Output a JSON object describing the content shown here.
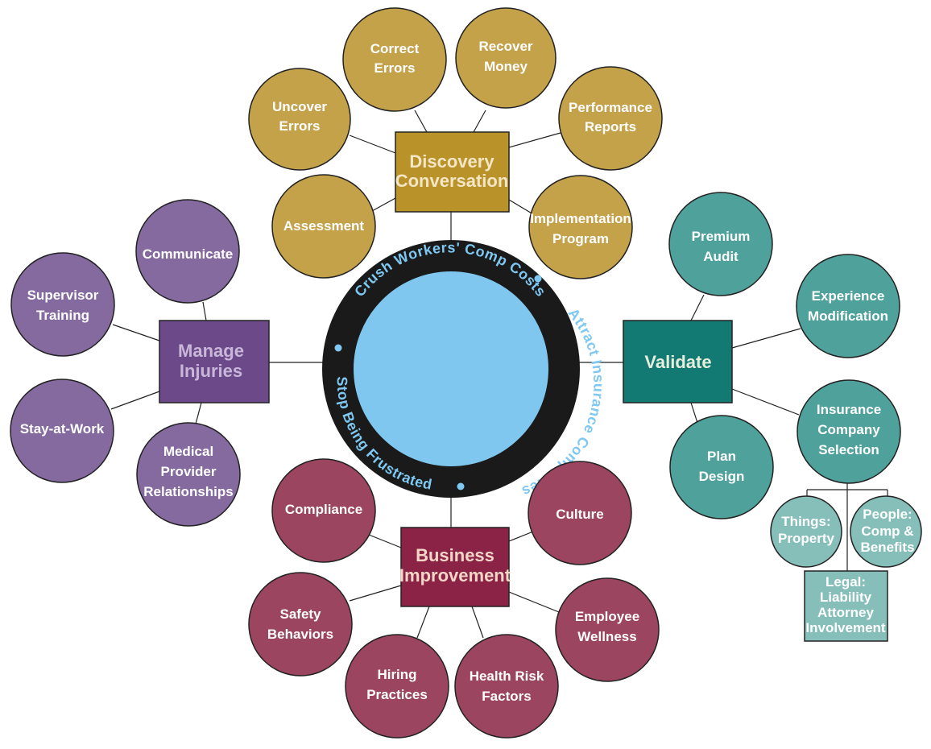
{
  "center": {
    "ring_top": "Crush Workers' Comp Costs",
    "ring_right": "Attract Insurance Companies",
    "ring_bottom_left": "Stop Being Frustrated",
    "ring_color": "#1a1a1a",
    "fill_color": "#80c7f0",
    "text_color": "#7ec8f2"
  },
  "discovery": {
    "title_line1": "Discovery",
    "title_line2": "Conversation",
    "color": "#b9922a",
    "circle_color": "#c4a24a",
    "title_color": "#f3e6c4",
    "items": [
      {
        "line1": "Uncover",
        "line2": "Errors"
      },
      {
        "line1": "Correct",
        "line2": "Errors"
      },
      {
        "line1": "Recover",
        "line2": "Money"
      },
      {
        "line1": "Performance",
        "line2": "Reports"
      },
      {
        "line1": "Implementation",
        "line2": "Program"
      },
      {
        "line1": "Assessment",
        "line2": ""
      }
    ]
  },
  "manage": {
    "title_line1": "Manage",
    "title_line2": "Injuries",
    "color": "#6c4a8a",
    "circle_color": "#856a9f",
    "title_color": "#c8b7d8",
    "items": [
      {
        "line1": "Communicate",
        "line2": "",
        "line3": ""
      },
      {
        "line1": "Supervisor",
        "line2": "Training",
        "line3": ""
      },
      {
        "line1": "Stay-at-Work",
        "line2": "",
        "line3": ""
      },
      {
        "line1": "Medical",
        "line2": "Provider",
        "line3": "Relationships"
      }
    ]
  },
  "validate": {
    "title": "Validate",
    "color": "#127a72",
    "circle_color": "#4fa19b",
    "title_color": "#e6eedc",
    "items": [
      {
        "line1": "Premium",
        "line2": "Audit",
        "line3": ""
      },
      {
        "line1": "Experience",
        "line2": "Modification",
        "line3": ""
      },
      {
        "line1": "Insurance",
        "line2": "Company",
        "line3": "Selection"
      },
      {
        "line1": "Plan",
        "line2": "Design",
        "line3": ""
      }
    ],
    "sub_color": "#86bfba",
    "sub_things": {
      "line1": "Things:",
      "line2": "Property"
    },
    "sub_people": {
      "line1": "People:",
      "line2": "Comp &",
      "line3": "Benefits"
    },
    "sub_legal": {
      "line1": "Legal:",
      "line2": "Liability",
      "line3": "Attorney",
      "line4": "Involvement"
    }
  },
  "business": {
    "title_line1": "Business",
    "title_line2": "Improvement",
    "color": "#8a2346",
    "circle_color": "#9c4560",
    "title_color": "#f3d6c8",
    "items": [
      {
        "line1": "Compliance",
        "line2": ""
      },
      {
        "line1": "Culture",
        "line2": ""
      },
      {
        "line1": "Safety",
        "line2": "Behaviors"
      },
      {
        "line1": "Employee",
        "line2": "Wellness"
      },
      {
        "line1": "Hiring",
        "line2": "Practices"
      },
      {
        "line1": "Health Risk",
        "line2": "Factors"
      }
    ]
  }
}
